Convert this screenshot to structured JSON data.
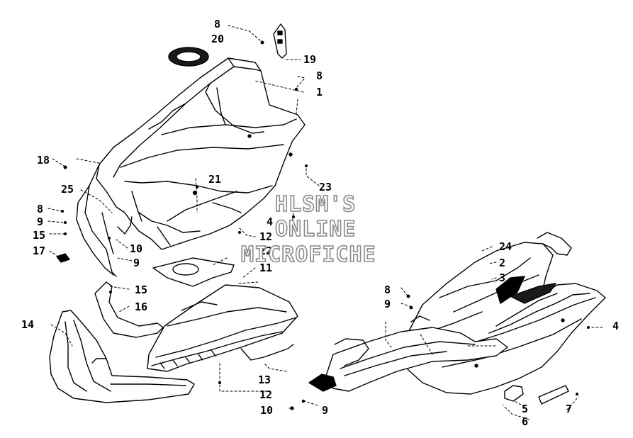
{
  "watermark": {
    "line1": "HLSM'S",
    "line2": "ONLINE",
    "line3": "MICROFICHE"
  },
  "callouts": {
    "c1": "1",
    "c2": "2",
    "c3": "3",
    "c4a": "4",
    "c4b": "4",
    "c5": "5",
    "c6": "6",
    "c7": "7",
    "c8a": "8",
    "c8b": "8",
    "c8c": "8",
    "c8d": "8",
    "c9a": "9",
    "c9b": "9",
    "c9c": "9",
    "c9d": "9",
    "c10a": "10",
    "c10b": "10",
    "c11": "11",
    "c12a": "12",
    "c12b": "12",
    "c13": "13",
    "c14": "14",
    "c15a": "15",
    "c15b": "15",
    "c16": "16",
    "c17": "17",
    "c18": "18",
    "c19": "19",
    "c20": "20",
    "c21": "21",
    "c22": "22",
    "c23": "23",
    "c24": "24",
    "c25": "25"
  }
}
